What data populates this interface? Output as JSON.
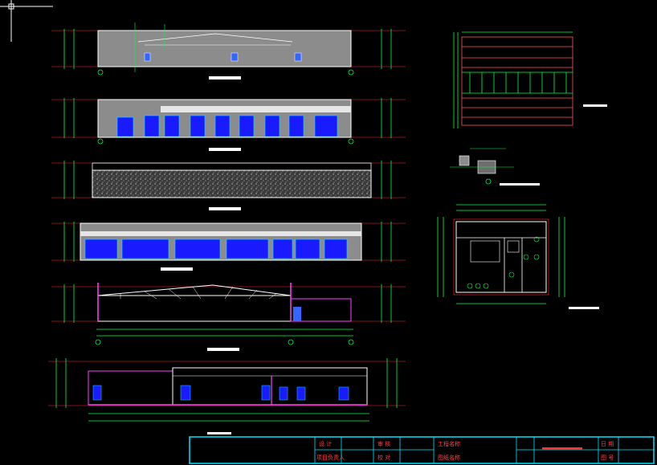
{
  "app": {
    "background": "#000000"
  },
  "colors": {
    "line": "#ffffff",
    "dimension": "#00ff40",
    "axis": "#ff2a2a",
    "section": "#ff40ff",
    "glass": "#3366ff",
    "frame": "#00e5ff",
    "brick": "#ff5555",
    "fill_gray": "#8c8c8c",
    "title_red": "#ff3030"
  },
  "title_block": {
    "cell_design": "设 计",
    "cell_design_lead": "项目负责人",
    "cell_review": "审 核",
    "cell_check": "校 对",
    "cell_project": "工程名称",
    "cell_sheet": "图纸名称",
    "cell_date": "日 期",
    "cell_no": "图 号"
  },
  "icons": {
    "ucs": "ucs-crosshair-icon",
    "axis_marker": "axis-circle-icon"
  }
}
